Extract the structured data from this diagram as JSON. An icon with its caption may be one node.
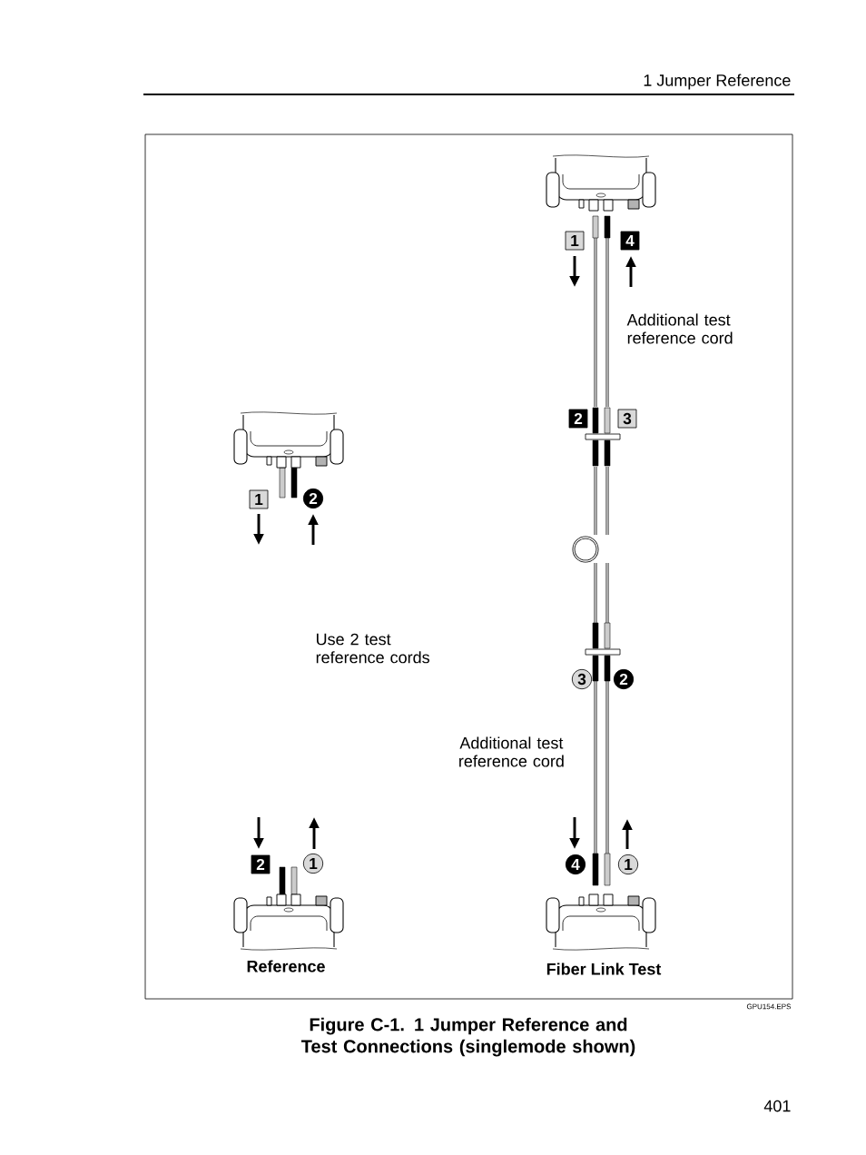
{
  "diagram": {
    "caption": "Figure C-1. 1 Jumper Reference and Test Connections (singlemode shown)",
    "nodes": [
      {
        "text": [
          "1"
        ]
      },
      {
        "text": [
          "4"
        ]
      },
      {
        "text": [
          "2"
        ]
      },
      {
        "text": [
          "3"
        ]
      },
      {
        "text": [
          "1"
        ]
      },
      {
        "text": [
          "2"
        ]
      },
      {
        "text": [
          "3"
        ]
      },
      {
        "text": [
          "2"
        ]
      },
      {
        "text": [
          "2"
        ]
      },
      {
        "text": [
          "1"
        ]
      },
      {
        "text": [
          "4"
        ]
      },
      {
        "text": [
          "1"
        ]
      }
    ],
    "labels": [
      "1 Jumper Reference",
      "Additional test reference cord",
      "Use 2 test reference cords",
      "Additional test reference cord",
      "Reference",
      "Fiber Link Test",
      "GPU154.EPS",
      "401"
    ]
  }
}
